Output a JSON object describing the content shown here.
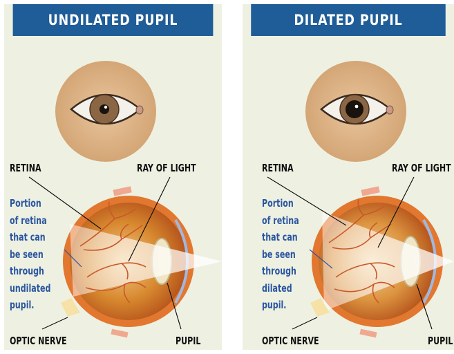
{
  "panels": [
    {
      "title": "UNDILATED PUPIL",
      "labels": {
        "retina": "RETINA",
        "ray_of_light": "RAY OF LIGHT",
        "optic_nerve": "OPTIC NERVE",
        "pupil": "PUPIL"
      },
      "description": [
        "Portion",
        "of retina",
        "that can",
        "be seen",
        "through",
        "undilated",
        "pupil."
      ]
    },
    {
      "title": "DILATED PUPIL",
      "labels": {
        "retina": "RETINA",
        "ray_of_light": "RAY OF LIGHT",
        "optic_nerve": "OPTIC NERVE",
        "pupil": "PUPIL"
      },
      "description": [
        "Portion",
        "of retina",
        "that can",
        "be seen",
        "through",
        "dilated",
        "pupil."
      ]
    }
  ],
  "colors": {
    "header": "#1f5d98",
    "background": "#eef1e2",
    "skin": "#ddb489",
    "iris": "#8b6645",
    "eyeball_outer": "#e0712d",
    "retina_interior": "#ce7d2a",
    "description_text": "#2a55a0"
  }
}
